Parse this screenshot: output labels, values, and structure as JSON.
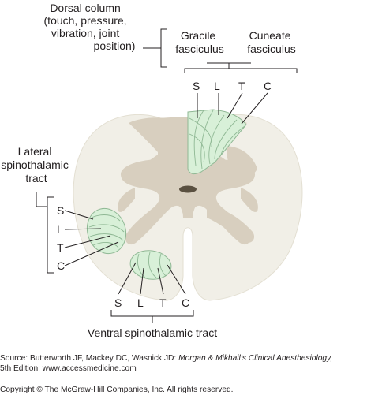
{
  "labels": {
    "dorsal_column": [
      "Dorsal column",
      "(touch, pressure,",
      "vibration, joint",
      "position)"
    ],
    "gracile": [
      "Gracile",
      "fasciculus"
    ],
    "cuneate": [
      "Cuneate",
      "fasciculus"
    ],
    "dorsal_letters": [
      "S",
      "L",
      "T",
      "C"
    ],
    "lateral_tract": [
      "Lateral",
      "spinothalamic",
      "tract"
    ],
    "lateral_letters": [
      "S",
      "L",
      "T",
      "C"
    ],
    "ventral_letters": [
      "S",
      "L",
      "T",
      "C"
    ],
    "ventral_tract": "Ventral spinothalamic tract"
  },
  "footer": {
    "source_prefix": "Source: Butterworth JF, Mackey DC, Wasnick JD: ",
    "source_title": "Morgan & Mikhail’s Clinical Anesthesiology,",
    "source_suffix": "5th Edition: www.accessmedicine.com",
    "copyright": "Copyright © The McGraw-Hill Companies, Inc. All rights reserved."
  },
  "colors": {
    "white_matter": "#f1efe7",
    "gray_matter": "#d8cfbf",
    "tract_fill": "#d8f0d8",
    "tract_stroke": "#8fb894",
    "canal": "#5a5040"
  }
}
